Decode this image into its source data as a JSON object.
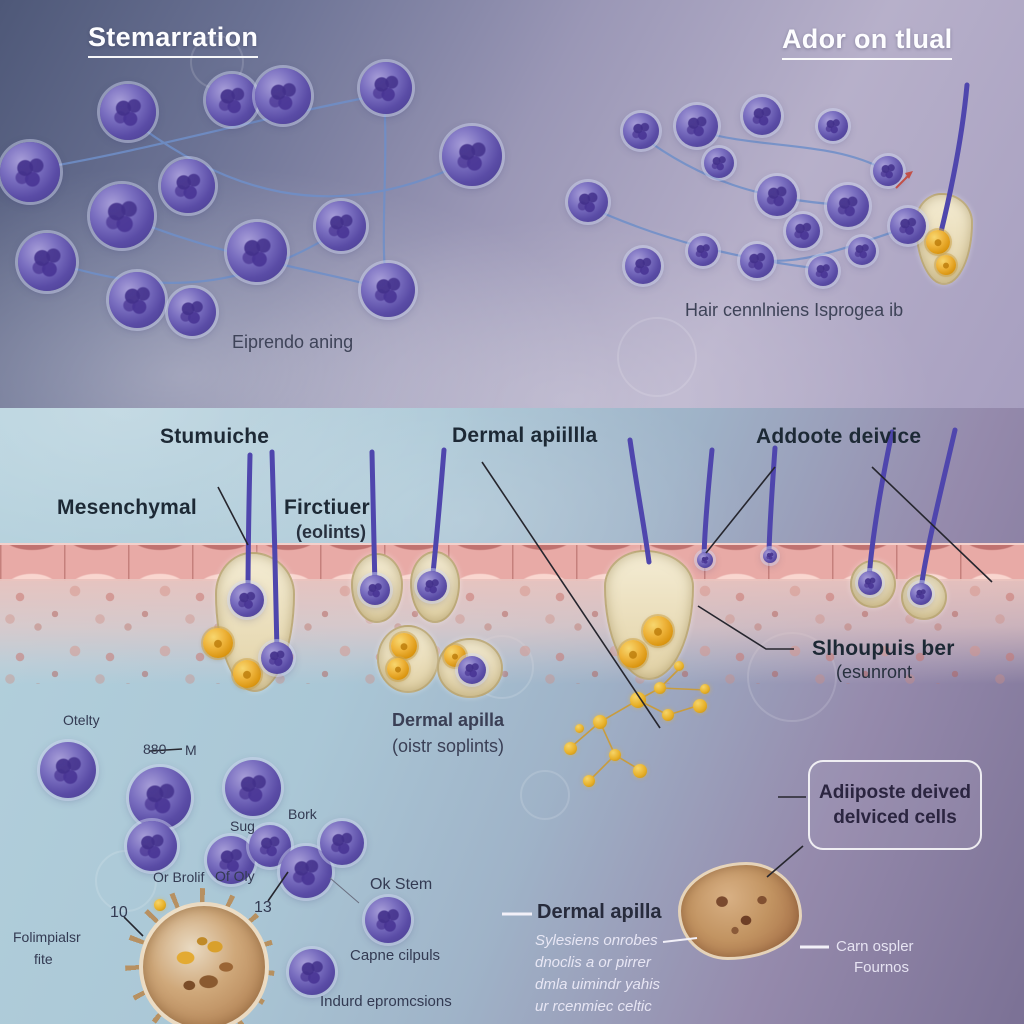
{
  "titles": {
    "left": "Stemarration",
    "right": "Ador on tlual"
  },
  "captions": {
    "top_left": "Eiprendo aning",
    "top_right": "Hair cennlniens Isprogea ib"
  },
  "skin": {
    "stem_niche": "Stumuiche",
    "dermal_papilla_top": "Dermal apiillla",
    "adipose_top": "Addoote deivice",
    "mesenchymal": "Mesenchymal",
    "follicle": "Firctiuer",
    "follicle_sub": "(eolints)",
    "sebaceous": "Slhoupuis ber",
    "sebaceous_sub": "(esunront",
    "papilla_mid": "Dermal apilla",
    "papilla_mid_sub": "(oistr soplints)"
  },
  "bottom": {
    "otelty": "Otelty",
    "num_880": "880",
    "letter_m": "M",
    "sug": "Sug",
    "bork": "Bork",
    "or_brolif": "Or Brolif",
    "of_oly": "Of Oly",
    "num_10": "10",
    "num_13": "13",
    "ok_stem": "Ok Stem",
    "folimpialsr": "Folimpialsr",
    "fite": "fite",
    "capne": "Capne cilpuls",
    "indurd": "Indurd epromcsions",
    "dermal_apilla": "Dermal apilla",
    "notes": [
      "Sylesiens onrobes",
      "dnoclis a or pirrer",
      "dmla uimindr yahis",
      "ur rcenmiec celtic"
    ],
    "adipose_box": [
      "Adiiposte deived",
      "delviced cells"
    ],
    "carn": [
      "Carn ospler",
      "Fournos"
    ]
  },
  "colors": {
    "cell_purple": "#5a4ca6",
    "cell_yellow": "#e8a81e",
    "hair_shaft": "#4f46ad",
    "epidermis_pink": "#e8aaa6",
    "follicle_cream": "#eadfbe",
    "connective_blue": "#6f8fc9",
    "annotation_black": "#26262e",
    "background_top": "#4e5878",
    "background_bottom_left": "#b3d0dc",
    "background_bottom_right": "#7b7195"
  }
}
